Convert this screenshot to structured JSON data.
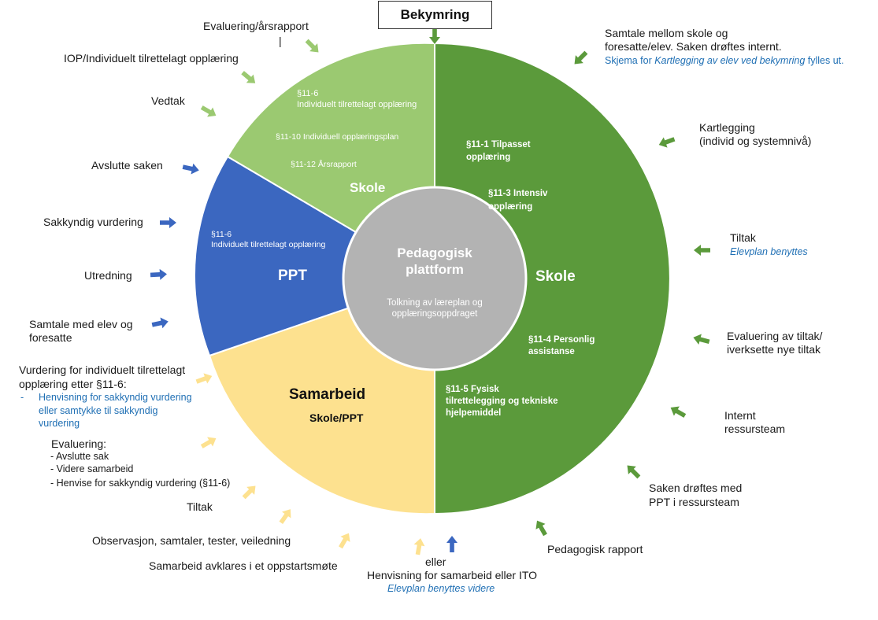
{
  "top": {
    "title": "Bekymring"
  },
  "colors": {
    "school_dark": "#5b9a3b",
    "school_light": "#9bc971",
    "ppt": "#3b67c0",
    "samarbeid": "#fde18f",
    "center": "#b3b3b3"
  },
  "center": {
    "title_line1": "Pedagogisk",
    "title_line2": "plattform",
    "sub_line1": "Tolkning av læreplan og",
    "sub_line2": "opplæringsoppdraget"
  },
  "segments": {
    "skole_right": {
      "title": "Skole",
      "items": [
        "§11-1 Tilpasset",
        "opplæring",
        "§11-3 Intensiv",
        "opplæring",
        "§11-4 Personlig",
        "assistanse",
        "§11-5 Fysisk",
        "tilrettelegging og tekniske",
        "hjelpemiddel"
      ]
    },
    "skole_top": {
      "title": "Skole",
      "items": [
        "§11-6",
        "Individuelt tilrettelagt opplæring",
        "§11-10 Individuell opplæringsplan",
        "§11-12 Årsrapport"
      ]
    },
    "ppt": {
      "title": "PPT",
      "items": [
        "§11-6",
        "Individuelt tilrettelagt opplæring"
      ]
    },
    "samarbeid": {
      "title": "Samarbeid",
      "subtitle": "Skole/PPT"
    }
  },
  "right_labels": {
    "samtale_line1": "Samtale mellom skole og",
    "samtale_line2": "foresatte/elev. Saken drøftes internt.",
    "skjema_prefix": "Skjema for ",
    "skjema_ital": "Kartlegging av elev ved bekymring",
    "skjema_suffix": " fylles ut.",
    "kartlegging_line1": "Kartlegging",
    "kartlegging_line2": "(individ og systemnivå)",
    "tiltak": "Tiltak",
    "elevplan": "Elevplan benyttes",
    "evaluering_line1": "Evaluering av tiltak/",
    "evaluering_line2": "iverksette nye tiltak",
    "internt_line1": "Internt",
    "internt_line2": "ressursteam",
    "saken_line1": "Saken drøftes med",
    "saken_line2": "PPT i ressursteam",
    "pedagogisk_rapport": "Pedagogisk rapport"
  },
  "bottom_labels": {
    "eller": "eller",
    "henvisning": "Henvisning for samarbeid eller ITO",
    "elevplan_videre": "Elevplan benyttes videre",
    "samarbeid_avklares": "Samarbeid avklares i et oppstartsmøte",
    "observasjon": "Observasjon, samtaler, tester, veiledning",
    "tiltak": "Tiltak"
  },
  "left_labels": {
    "evaluering_title": "Evaluering:",
    "evaluering_items": [
      "- Avslutte sak",
      "- Videre samarbeid",
      "- Henvise for sakkyndig vurdering (§11-6)"
    ],
    "vurdering_line1": "Vurdering for individuelt tilrettelagt",
    "vurdering_line2": "opplæring etter §11-6:",
    "vurdering_dash": "-",
    "henvisning_line1": "Henvisning for sakkyndig vurdering",
    "henvisning_line2": "eller samtykke til sakkyndig",
    "henvisning_line3": "vurdering",
    "samtale_line1": "Samtale med elev og",
    "samtale_line2": "foresatte",
    "utredning": "Utredning",
    "sakkyndig": "Sakkyndig vurdering",
    "avslutte": "Avslutte saken",
    "vedtak": "Vedtak",
    "iop": "IOP/Individuelt tilrettelagt opplæring",
    "evaluering_arsrapport": "Evaluering/årsrapport",
    "cursor_mark": "|"
  }
}
